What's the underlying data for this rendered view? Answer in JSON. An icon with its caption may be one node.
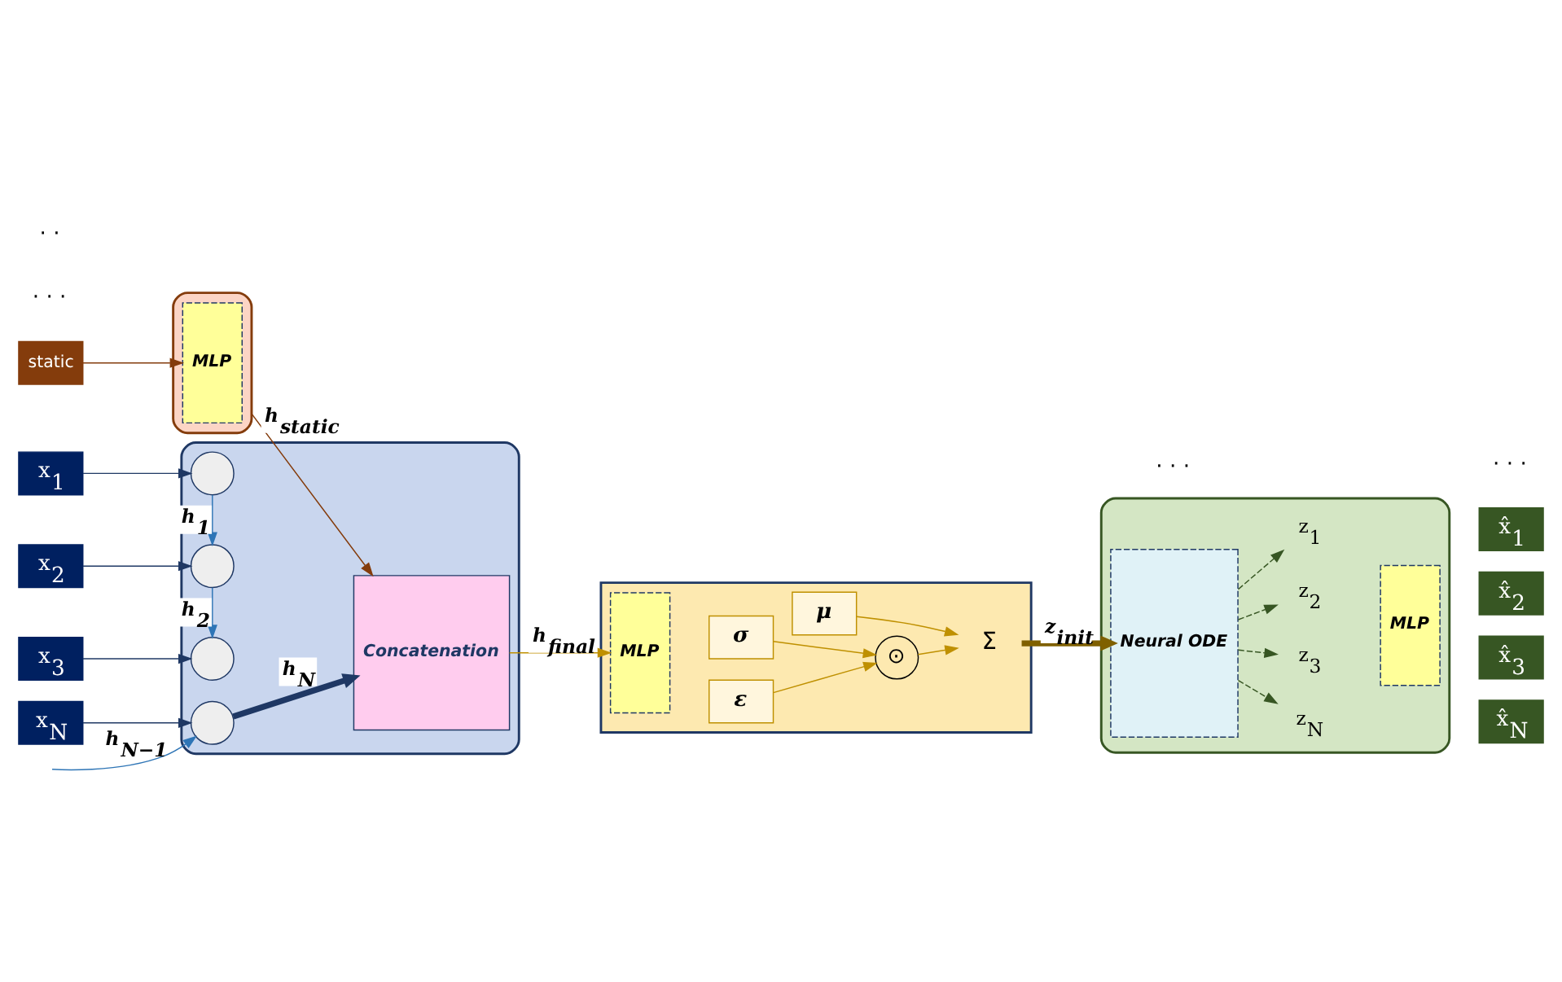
{
  "diagram": {
    "nodes": [
      {
        "text": [
          "static"
        ]
      },
      {
        "text": [],
        "shape": "trapezoid"
      },
      {
        "text": [
          "MLP"
        ],
        "in": 1
      },
      {
        "text": [],
        "shape": "trapezoid"
      },
      {
        "text": [
          "x$_{1}$"
        ]
      },
      {
        "text": [
          "x$_{2}$"
        ]
      },
      {
        "text": [
          "x$_{3}$"
        ]
      },
      {
        "text": [
          "x$_{N}$"
        ]
      },
      {
        "text": [],
        "shape": "circle",
        "in": 3
      },
      {
        "text": [],
        "shape": "circle",
        "in": 3
      },
      {
        "text": [],
        "shape": "circle",
        "in": 3
      },
      {
        "text": [],
        "shape": "circle",
        "in": 3
      },
      {
        "text": [
          "Concatenation"
        ],
        "in": 3
      },
      {
        "text": [],
        "shape": "box"
      },
      {
        "text": [
          "MLP"
        ],
        "in": 13
      },
      {
        "text": [
          "μ"
        ],
        "in": 13
      },
      {
        "text": [
          "σ"
        ],
        "in": 13
      },
      {
        "text": [
          "ε"
        ],
        "in": 13
      },
      {
        "text": [
          "⊙"
        ],
        "in": 13
      },
      {
        "text": [
          "Σ"
        ],
        "in": 13
      },
      {
        "text": [],
        "shape": "trapezoid"
      },
      {
        "text": [
          "Neural ODE"
        ],
        "in": 20
      },
      {
        "text": [
          "z$_{1}$"
        ],
        "in": 20
      },
      {
        "text": [
          "z$_{2}$"
        ],
        "in": 20
      },
      {
        "text": [
          "z$_{3}$"
        ],
        "in": 20
      },
      {
        "text": [
          "z$_{N}$"
        ],
        "in": 20
      },
      {
        "text": [
          "MLP"
        ],
        "in": 20
      },
      {
        "text": [
          "x̂$_{1}$"
        ]
      },
      {
        "text": [
          "x̂$_{2}$"
        ]
      },
      {
        "text": [
          "x̂$_{3}$"
        ]
      },
      {
        "text": [
          "x̂$_{N}$"
        ]
      }
    ],
    "edges": [
      {
        "from": 0,
        "to": 2,
        "arrow": "to",
        "color": "#843c0c"
      },
      {
        "from": 1,
        "to": 12,
        "arrow": "to",
        "label": "h$_{static}$",
        "color": "#843c0c"
      },
      {
        "from": 4,
        "to": 8,
        "arrow": "to"
      },
      {
        "from": 5,
        "to": 9,
        "arrow": "to"
      },
      {
        "from": 6,
        "to": 10,
        "arrow": "to"
      },
      {
        "from": 7,
        "to": 11,
        "arrow": "to"
      },
      {
        "from": 8,
        "to": 9,
        "arrow": "to",
        "label": "h$_{1}$",
        "color": "#2e75b6"
      },
      {
        "from": 9,
        "to": 10,
        "arrow": "to",
        "label": "h$_{2}$",
        "color": "#2e75b6"
      },
      {
        "from": null,
        "to": 11,
        "arrow": "to",
        "label": "h$_{N−1}$",
        "color": "#2e75b6"
      },
      {
        "from": 11,
        "to": 12,
        "arrow": "to",
        "label": "h$_{N}$",
        "style": "thick"
      },
      {
        "from": 12,
        "to": 14,
        "arrow": "to",
        "label": "h$_{final}$",
        "color": "#bf9000"
      },
      {
        "from": 15,
        "to": 19,
        "arrow": "to",
        "color": "#bf9000"
      },
      {
        "from": 16,
        "to": 18,
        "arrow": "to",
        "color": "#bf9000"
      },
      {
        "from": 17,
        "to": 18,
        "arrow": "to",
        "color": "#bf9000"
      },
      {
        "from": 18,
        "to": 19,
        "arrow": "to",
        "color": "#bf9000"
      },
      {
        "from": 19,
        "to": 21,
        "arrow": "to",
        "label": "z$_{init}$",
        "style": "thick",
        "color": "#7f6000"
      },
      {
        "from": 21,
        "to": 22,
        "arrow": "to",
        "style": "dashed",
        "color": "#375623"
      },
      {
        "from": 21,
        "to": 23,
        "arrow": "to",
        "style": "dashed",
        "color": "#375623"
      },
      {
        "from": 21,
        "to": 24,
        "arrow": "to",
        "style": "dashed",
        "color": "#375623"
      },
      {
        "from": 21,
        "to": 25,
        "arrow": "to",
        "style": "dashed",
        "color": "#375623"
      }
    ],
    "labels": [
      "· · ·",
      "· ·",
      "· · ·",
      "· · ·"
    ]
  }
}
